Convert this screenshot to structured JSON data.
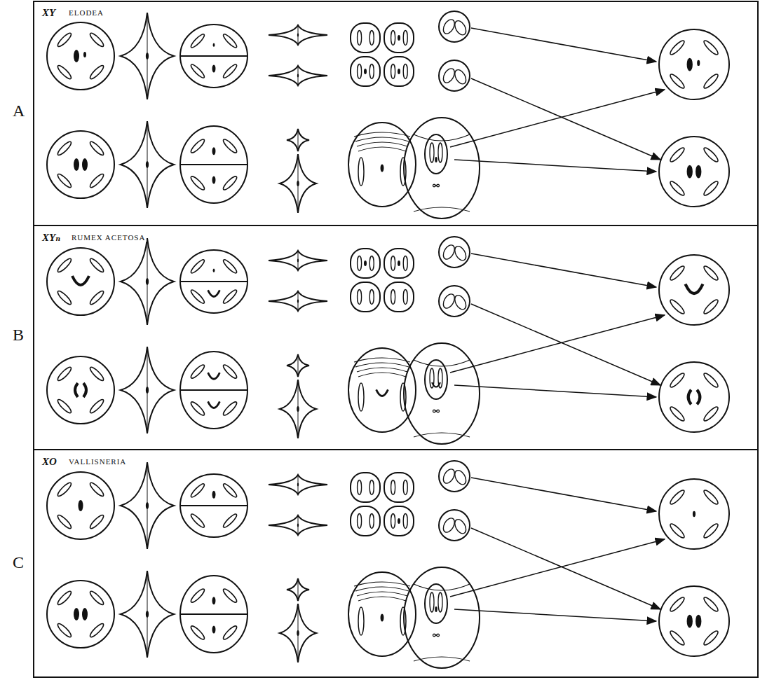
{
  "diagram": {
    "labels": [
      "A",
      "XY",
      "ELODEA",
      "B",
      "XYₙ",
      "RUMEX ACETOSA",
      "C",
      "XO",
      "VALLISNERIA"
    ]
  }
}
